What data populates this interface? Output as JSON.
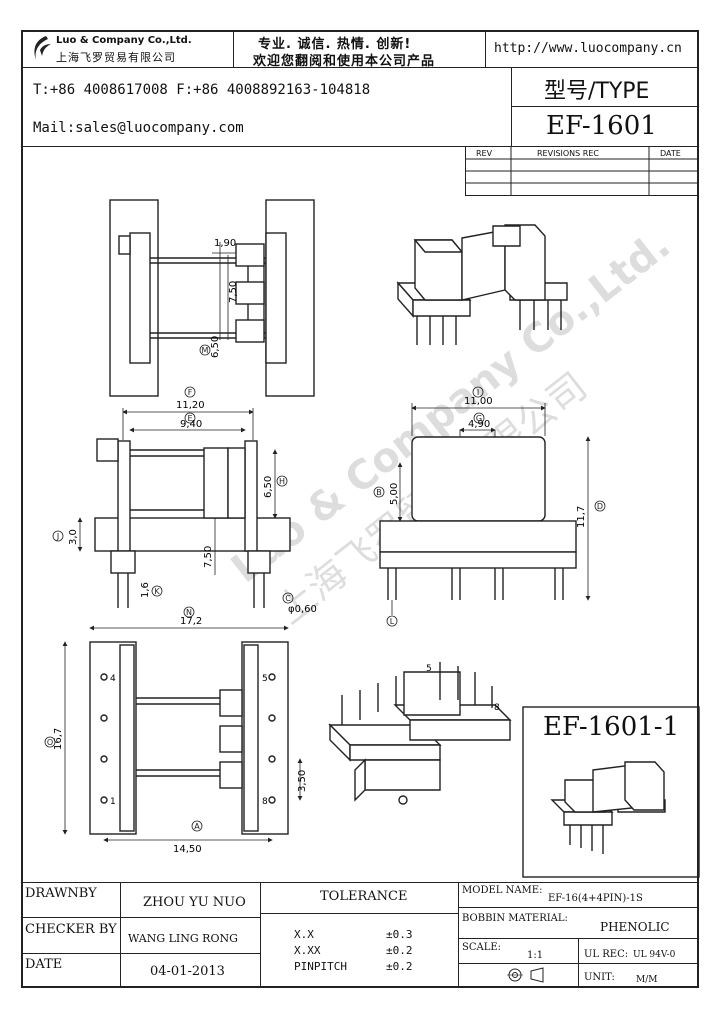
{
  "header": {
    "company_name": "Luo & Company Co.,Ltd.",
    "company_cn": "上海飞罗贸易有限公司",
    "slogan_line1": "专业. 诚信.  热情.  创新!",
    "slogan_line2": "欢迎您翻阅和使用本公司产品",
    "url": "http://www.luocompany.cn",
    "phone_fax": "T:+86 4008617008 F:+86 4008892163-104818",
    "email": "Mail:sales@luocompany.com",
    "type_label": "型号/TYPE",
    "model": "EF-1601"
  },
  "revisions": {
    "col_rev": "REV",
    "col_rec": "REVISIONS REC",
    "col_date": "DATE"
  },
  "drawing": {
    "variant_label": "EF-1601-1",
    "watermark_en": "Luo & Company Co.,Ltd.",
    "watermark_cn": "上海飞罗贸易有限公司",
    "dims_top": {
      "d1": "1,90",
      "d2": "7,50",
      "d3": "6,50"
    },
    "dims_front": {
      "f": "11,20",
      "e": "9,40",
      "h": "6,50",
      "j": "3,0",
      "len": "7,50",
      "k": "1,6",
      "c": "φ0,60"
    },
    "dims_side": {
      "i": "11,00",
      "g": "4,90",
      "b": "5,00",
      "d": "11,7"
    },
    "dims_bottom": {
      "n": "17,2",
      "o": "16,7",
      "b": "3,50",
      "a": "14,50"
    },
    "pins_left": [
      "4",
      "1"
    ],
    "pins_right": [
      "5",
      "8"
    ],
    "pins_iso": [
      "5",
      "8"
    ],
    "markers": [
      "F",
      "E",
      "H",
      "J",
      "K",
      "C",
      "I",
      "G",
      "B",
      "D",
      "L",
      "N",
      "O",
      "A",
      "M"
    ]
  },
  "title_block": {
    "drawnby_label": "DRAWNBY",
    "drawnby_value": "ZHOU YU NUO",
    "checker_label": "CHECKER BY",
    "checker_value": "WANG LING RONG",
    "date_label": "DATE",
    "date_value": "04-01-2013",
    "tolerance_label": "TOLERANCE",
    "tol_rows": [
      {
        "k": "X.X",
        "v": "±0.3"
      },
      {
        "k": "X.XX",
        "v": "±0.2"
      },
      {
        "k": "PINPITCH",
        "v": "±0.2"
      }
    ],
    "model_name_label": "MODEL NAME:",
    "model_name_value": "EF-16(4+4PIN)-1S",
    "bobbin_label": "BOBBIN MATERIAL:",
    "bobbin_value": "PHENOLIC",
    "scale_label": "SCALE:",
    "scale_value": "1:1",
    "ul_label": "UL REC:",
    "ul_value": "UL 94V-0",
    "unit_label": "UNIT:",
    "unit_value": "M/M"
  }
}
